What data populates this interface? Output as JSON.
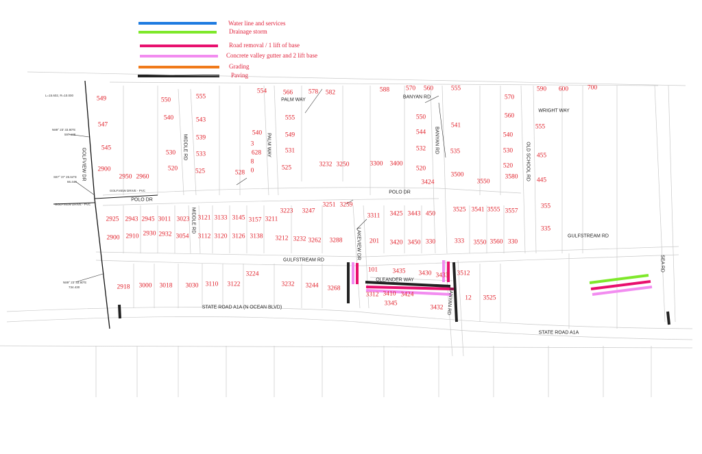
{
  "legend": {
    "items": [
      {
        "label": "Water line and services",
        "color": "#1e7be0"
      },
      {
        "label": "Drainage storm",
        "color": "#7ee82a"
      },
      {
        "label": "Road removal / 1 lift of base",
        "color": "#e8106e"
      },
      {
        "label": "Concrete valley gutter and 2 lift base",
        "color": "#f28cf0"
      },
      {
        "label": "Grading",
        "color": "#f07a1a"
      },
      {
        "label": "Paving",
        "color": "#222222"
      }
    ]
  },
  "streets": [
    "GOLFVIEW DR",
    "MIDDLE RD",
    "MIDDLE RD",
    "PALM WAY",
    "PALM WAY",
    "BANYAN RD",
    "BANYAN RD",
    "BANYAN RD",
    "WRIGHT WAY",
    "OLD SCHOOL RD",
    "POLO DR",
    "POLO DR",
    "GULFSTREAM RD",
    "GULFSTREAM RD",
    "LAKEVIEW DR",
    "OLEANDER WAY",
    "STATE ROAD A1A  (N OCEAN BLVD)",
    "STATE ROAD A1A",
    "SEA RD"
  ],
  "survey_notes": [
    "L=15.602, R=10.000",
    "N89° 23' 33.80\"E",
    "597.128",
    "S87° 37' 26.64\"E",
    "66.440",
    "N89° 23' 33.80\"E",
    "734.430",
    "GOLFVIEW DRIVE - PVC",
    "GOLFVIEW DRIVE - PVC"
  ],
  "lots": [
    "549",
    "547",
    "545",
    "2900",
    "2950",
    "2960",
    "550",
    "540",
    "530",
    "520",
    "555",
    "543",
    "539",
    "533",
    "525",
    "528",
    "554",
    "566",
    "578",
    "582",
    "555",
    "549",
    "531",
    "525",
    "540",
    "3",
    "628",
    "8",
    "0",
    "3232",
    "3250",
    "3300",
    "3400",
    "588",
    "570",
    "560",
    "555",
    "550",
    "544",
    "532",
    "520",
    "3424",
    "541",
    "535",
    "3500",
    "3550",
    "570",
    "560",
    "540",
    "530",
    "520",
    "3580",
    "590",
    "600",
    "700",
    "555",
    "455",
    "445",
    "355",
    "335",
    "2925",
    "2943",
    "2945",
    "3011",
    "3023",
    "3121",
    "3133",
    "3145",
    "3157",
    "3211",
    "3223",
    "3247",
    "3251",
    "3259",
    "3311",
    "3425",
    "3443",
    "450",
    "3525",
    "3541",
    "3555",
    "3557",
    "2900",
    "2910",
    "2930",
    "2932",
    "3054",
    "3112",
    "3120",
    "3126",
    "3138",
    "3212",
    "3232",
    "3262",
    "3288",
    "201",
    "3420",
    "3450",
    "330",
    "333",
    "3550",
    "3560",
    "330",
    "2918",
    "3000",
    "3018",
    "3030",
    "3110",
    "3122",
    "3224",
    "3232",
    "3244",
    "3268",
    "101",
    "3435",
    "3430",
    "3433",
    "3512",
    "3312",
    "3410",
    "3424",
    "3345",
    "3432",
    "12",
    "3525"
  ]
}
